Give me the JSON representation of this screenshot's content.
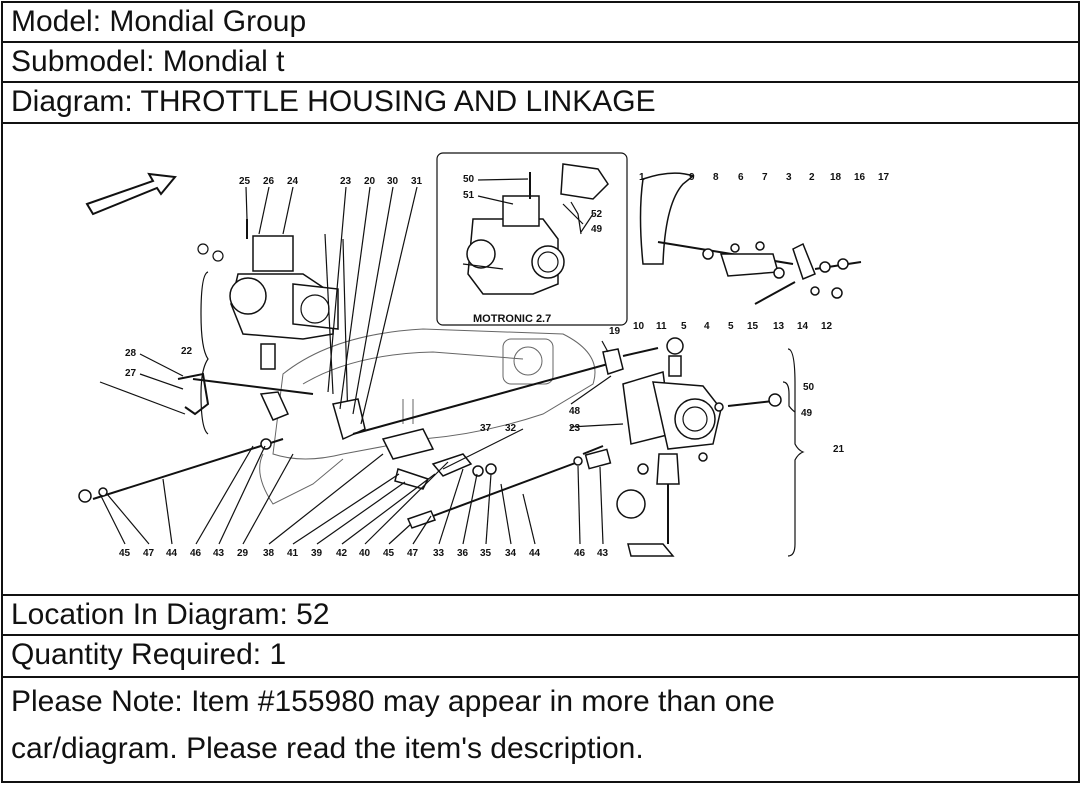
{
  "model_line": "Model: Mondial Group",
  "submodel_line": "Submodel: Mondial t",
  "diagram_line": "Diagram: THROTTLE HOUSING AND LINKAGE",
  "location_line": "Location In Diagram: 52",
  "quantity_line": "Quantity Required: 1",
  "note_line1": "Please Note: Item #155980 may appear in more than one",
  "note_line2": "car/diagram. Please read the item's description.",
  "drawing": {
    "inset_caption": "MOTRONIC 2.7",
    "callouts": {
      "c25": "25",
      "c26": "26",
      "c24": "24",
      "c23a": "23",
      "c20": "20",
      "c30": "30",
      "c31": "31",
      "c22": "22",
      "c28": "28",
      "c27": "27",
      "c50a": "50",
      "c51": "51",
      "c52": "52",
      "c49a": "49",
      "c1": "1",
      "c9": "9",
      "c8": "8",
      "c6": "6",
      "c7": "7",
      "c3": "3",
      "c2": "2",
      "c18": "18",
      "c16": "16",
      "c17": "17",
      "c10": "10",
      "c11": "11",
      "c5a": "5",
      "c4": "4",
      "c5b": "5",
      "c15": "15",
      "c13": "13",
      "c14": "14",
      "c12": "12",
      "c19": "19",
      "c48": "48",
      "c23b": "23",
      "c50b": "50",
      "c49b": "49",
      "c21": "21",
      "c37": "37",
      "c32": "32",
      "b45a": "45",
      "b47a": "47",
      "b44a": "44",
      "b46a": "46",
      "b43a": "43",
      "b29": "29",
      "b38": "38",
      "b41": "41",
      "b39": "39",
      "b42": "42",
      "b40": "40",
      "b45b": "45",
      "b47b": "47",
      "b33": "33",
      "b36": "36",
      "b35": "35",
      "b34": "34",
      "b44b": "44",
      "b46b": "46",
      "b43b": "43"
    }
  }
}
